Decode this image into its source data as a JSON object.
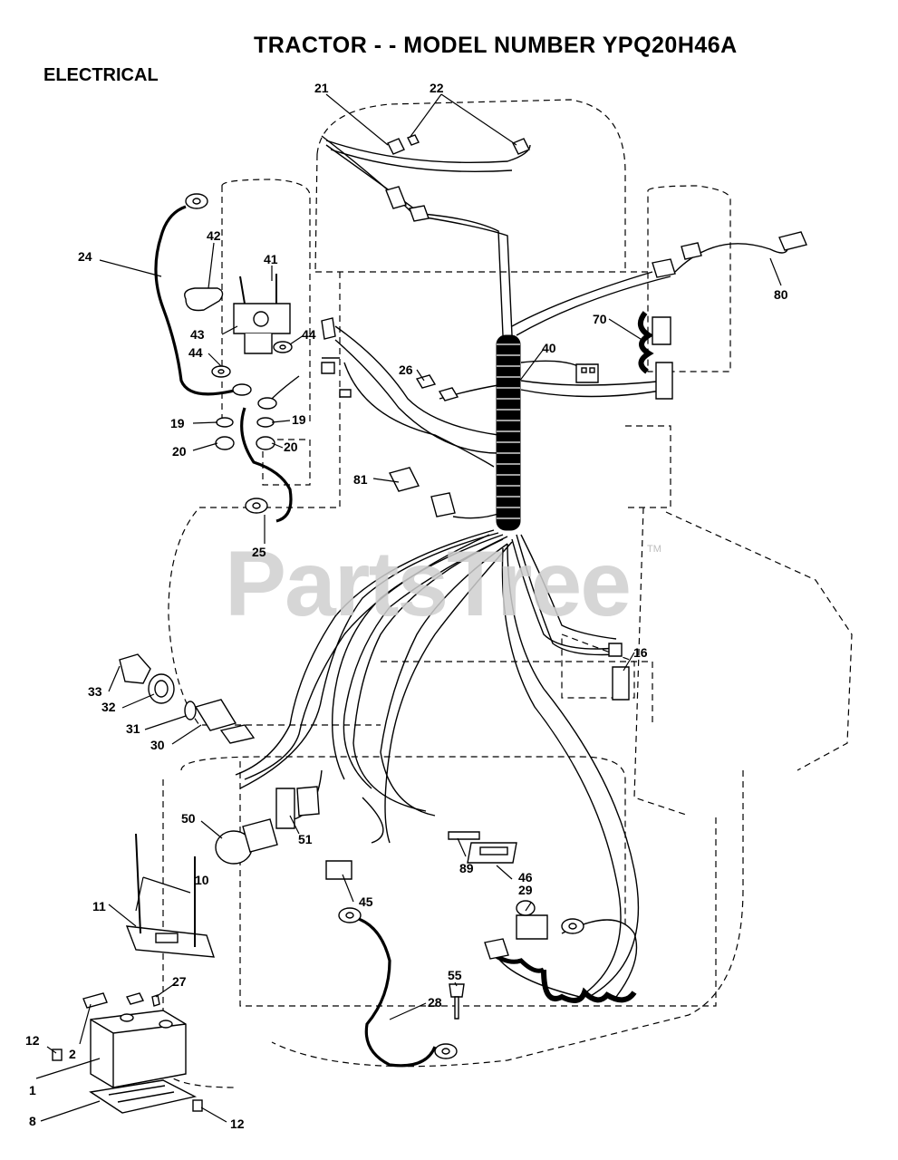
{
  "header": {
    "title": "TRACTOR - - MODEL NUMBER YPQ20H46A",
    "subtitle": "ELECTRICAL"
  },
  "watermark": {
    "text": "PartsTree",
    "trademark": "TM"
  },
  "callouts": [
    "21",
    "22",
    "24",
    "42",
    "41",
    "43",
    "44",
    "44",
    "19",
    "19",
    "20",
    "20",
    "25",
    "26",
    "40",
    "70",
    "80",
    "81",
    "16",
    "33",
    "32",
    "31",
    "30",
    "50",
    "51",
    "89",
    "46",
    "10",
    "11",
    "45",
    "29",
    "27",
    "55",
    "28",
    "12",
    "2",
    "1",
    "8",
    "12"
  ]
}
